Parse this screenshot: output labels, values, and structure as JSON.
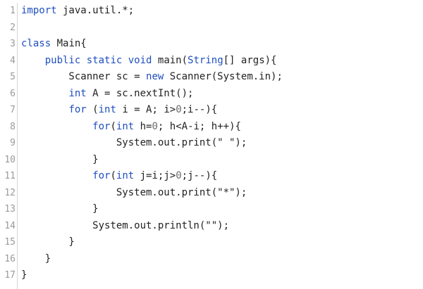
{
  "editor": {
    "lines": [
      {
        "no": "1",
        "tokens": [
          {
            "t": "import",
            "c": "kw"
          },
          {
            "t": " java.util.*;",
            "c": ""
          }
        ]
      },
      {
        "no": "2",
        "tokens": []
      },
      {
        "no": "3",
        "tokens": [
          {
            "t": "class",
            "c": "kw"
          },
          {
            "t": " Main{",
            "c": ""
          }
        ]
      },
      {
        "no": "4",
        "tokens": [
          {
            "t": "    ",
            "c": ""
          },
          {
            "t": "public",
            "c": "kw"
          },
          {
            "t": " ",
            "c": ""
          },
          {
            "t": "static",
            "c": "kw"
          },
          {
            "t": " ",
            "c": ""
          },
          {
            "t": "void",
            "c": "kw"
          },
          {
            "t": " main(",
            "c": ""
          },
          {
            "t": "String",
            "c": "ty"
          },
          {
            "t": "[] args){",
            "c": ""
          }
        ]
      },
      {
        "no": "5",
        "tokens": [
          {
            "t": "        Scanner sc = ",
            "c": ""
          },
          {
            "t": "new",
            "c": "kw"
          },
          {
            "t": " Scanner(System.in);",
            "c": ""
          }
        ]
      },
      {
        "no": "6",
        "tokens": [
          {
            "t": "        ",
            "c": ""
          },
          {
            "t": "int",
            "c": "kw"
          },
          {
            "t": " A = sc.nextInt();",
            "c": ""
          }
        ]
      },
      {
        "no": "7",
        "tokens": [
          {
            "t": "        ",
            "c": ""
          },
          {
            "t": "for",
            "c": "kw"
          },
          {
            "t": " (",
            "c": ""
          },
          {
            "t": "int",
            "c": "kw"
          },
          {
            "t": " i = A; i>",
            "c": ""
          },
          {
            "t": "0",
            "c": "num"
          },
          {
            "t": ";i--){",
            "c": ""
          }
        ]
      },
      {
        "no": "8",
        "tokens": [
          {
            "t": "            ",
            "c": ""
          },
          {
            "t": "for",
            "c": "kw"
          },
          {
            "t": "(",
            "c": ""
          },
          {
            "t": "int",
            "c": "kw"
          },
          {
            "t": " h=",
            "c": ""
          },
          {
            "t": "0",
            "c": "num"
          },
          {
            "t": "; h<A-i; h++){",
            "c": ""
          }
        ]
      },
      {
        "no": "9",
        "tokens": [
          {
            "t": "                System.out.print(\" \");",
            "c": ""
          }
        ]
      },
      {
        "no": "10",
        "tokens": [
          {
            "t": "            }",
            "c": ""
          }
        ]
      },
      {
        "no": "11",
        "tokens": [
          {
            "t": "            ",
            "c": ""
          },
          {
            "t": "for",
            "c": "kw"
          },
          {
            "t": "(",
            "c": ""
          },
          {
            "t": "int",
            "c": "kw"
          },
          {
            "t": " j=i;j>",
            "c": ""
          },
          {
            "t": "0",
            "c": "num"
          },
          {
            "t": ";j--){",
            "c": ""
          }
        ]
      },
      {
        "no": "12",
        "tokens": [
          {
            "t": "                System.out.print(\"*\");",
            "c": ""
          }
        ]
      },
      {
        "no": "13",
        "tokens": [
          {
            "t": "            }",
            "c": ""
          }
        ]
      },
      {
        "no": "14",
        "tokens": [
          {
            "t": "            System.out.println(\"\");",
            "c": ""
          }
        ]
      },
      {
        "no": "15",
        "tokens": [
          {
            "t": "        }",
            "c": ""
          }
        ]
      },
      {
        "no": "16",
        "tokens": [
          {
            "t": "    }",
            "c": ""
          }
        ]
      },
      {
        "no": "17",
        "tokens": [
          {
            "t": "}",
            "c": ""
          }
        ]
      }
    ]
  }
}
